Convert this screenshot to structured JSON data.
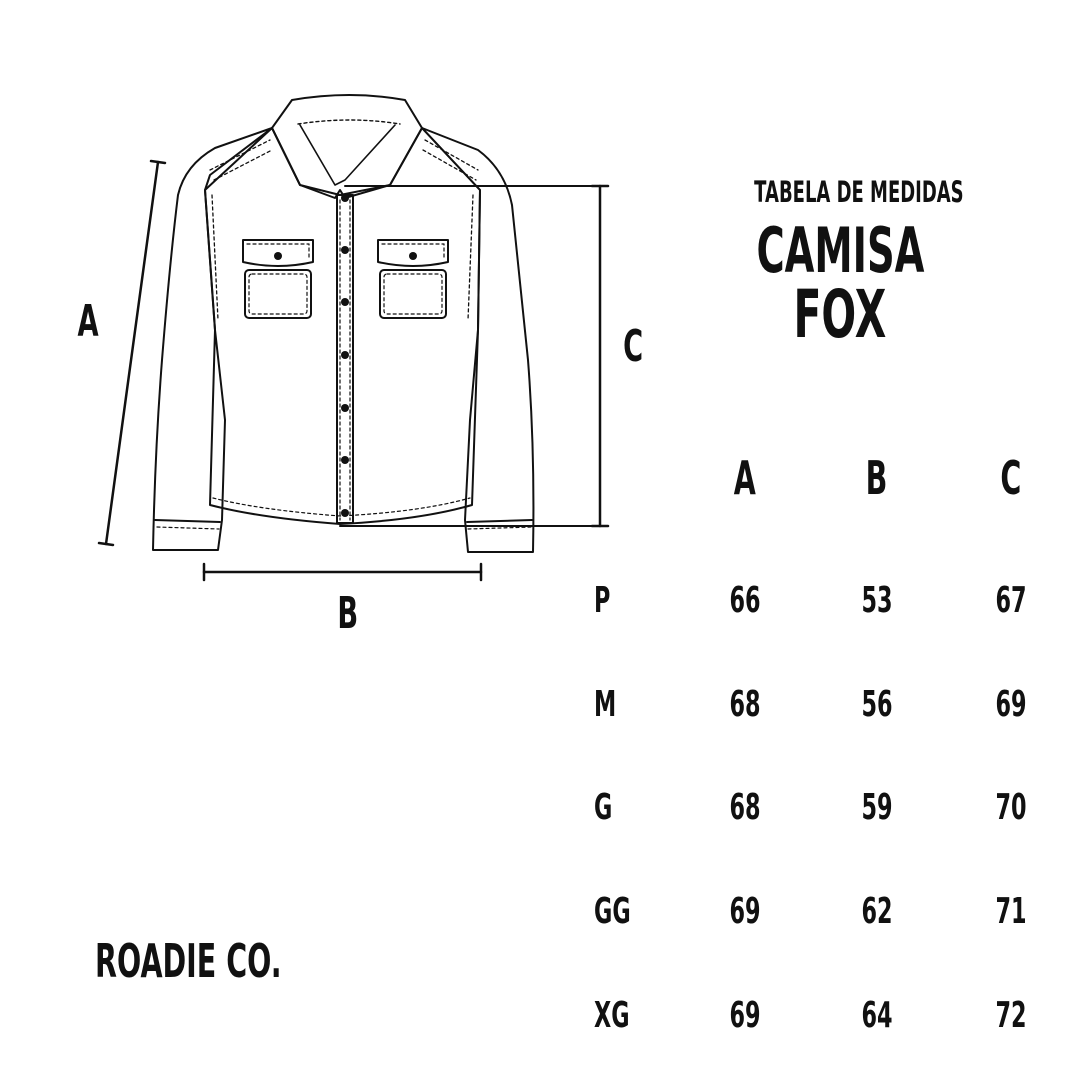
{
  "header": {
    "subtitle": "TABELA DE MEDIDAS",
    "title_line1": "CAMISA",
    "title_line2": "FOX"
  },
  "diagram": {
    "label_a": "A",
    "label_b": "B",
    "label_c": "C",
    "line_color": "#111111"
  },
  "table": {
    "columns": [
      "A",
      "B",
      "C"
    ],
    "rows": [
      {
        "size": "P",
        "a": "66",
        "b": "53",
        "c": "67"
      },
      {
        "size": "M",
        "a": "68",
        "b": "56",
        "c": "69"
      },
      {
        "size": "G",
        "a": "68",
        "b": "59",
        "c": "70"
      },
      {
        "size": "GG",
        "a": "69",
        "b": "62",
        "c": "71"
      },
      {
        "size": "XG",
        "a": "69",
        "b": "64",
        "c": "72"
      }
    ]
  },
  "brand": "ROADIE CO."
}
